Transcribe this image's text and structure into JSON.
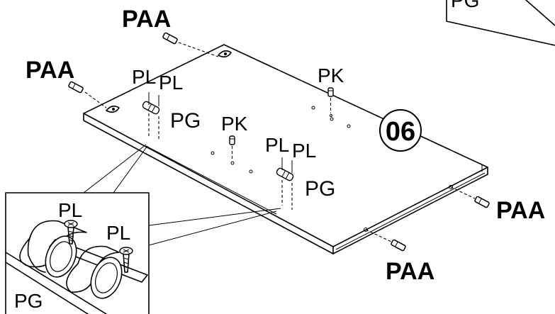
{
  "labels": {
    "paa_top": "PAA",
    "paa_left": "PAA",
    "paa_right": "PAA",
    "paa_bottom": "PAA",
    "pl_left_1": "PL",
    "pl_left_2": "PL",
    "pl_mid_1": "PL",
    "pl_mid_2": "PL",
    "pk_right": "PK",
    "pk_mid": "PK",
    "pg_left": "PG",
    "pg_mid": "PG",
    "step_number": "06",
    "corner_ref": "PG"
  },
  "inset": {
    "pl_a": "PL",
    "pl_b": "PL",
    "pg": "PG"
  }
}
